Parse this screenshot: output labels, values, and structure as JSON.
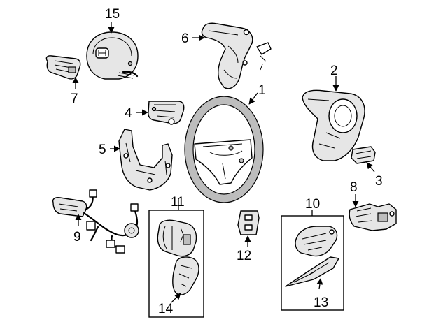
{
  "callouts": {
    "c1": "1",
    "c2": "2",
    "c3": "3",
    "c4": "4",
    "c5": "5",
    "c6": "6",
    "c7": "7",
    "c8": "8",
    "c9": "9",
    "c10": "10",
    "c11": "11",
    "c12": "12",
    "c13": "13",
    "c14": "14",
    "c15": "15"
  },
  "colors": {
    "line": "#000000",
    "fill_shade": "#e6e6e6",
    "dark_shade": "#bdbdbd"
  }
}
